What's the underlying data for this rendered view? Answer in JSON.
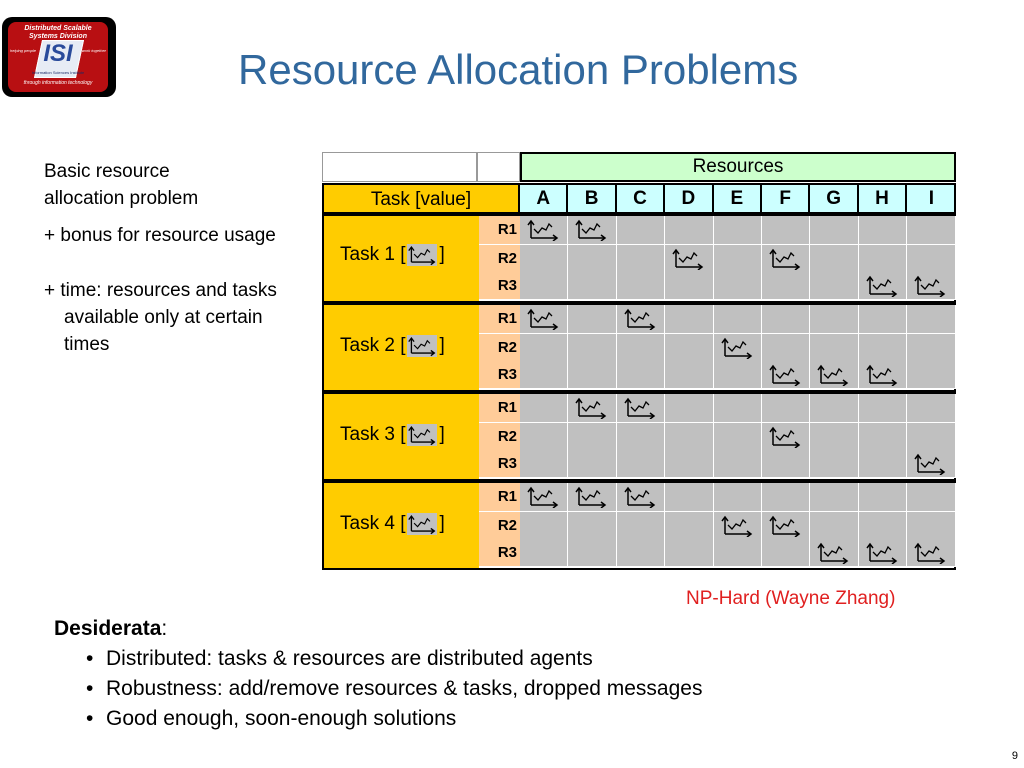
{
  "logo": {
    "top_text_1": "Distributed Scalable",
    "top_text_2": "Systems Division",
    "mark": "ISI",
    "sub_text": "Information Sciences Institute",
    "bottom_text": "through information technology",
    "left_text": "helping people",
    "right_text": "work together"
  },
  "title": "Resource Allocation Problems",
  "notes": {
    "basic": "Basic resource allocation problem",
    "bonus": "+ bonus for resource usage",
    "time": "+ time: resources and tasks available only at certain times"
  },
  "table": {
    "resources_header": "Resources",
    "task_header": "Task [value]",
    "columns": [
      "A",
      "B",
      "C",
      "D",
      "E",
      "F",
      "G",
      "H",
      "I"
    ],
    "tasks": [
      {
        "label_prefix": "Task 1 [",
        "label_suffix": "]",
        "rows": [
          {
            "label": "R1",
            "marks": [
              0,
              1
            ]
          },
          {
            "label": "R2",
            "marks": [
              3,
              5
            ]
          },
          {
            "label": "R3",
            "marks": [
              7,
              8
            ]
          }
        ]
      },
      {
        "label_prefix": "Task 2 [",
        "label_suffix": "]",
        "rows": [
          {
            "label": "R1",
            "marks": [
              0,
              2
            ]
          },
          {
            "label": "R2",
            "marks": [
              4
            ]
          },
          {
            "label": "R3",
            "marks": [
              5,
              6,
              7
            ]
          }
        ]
      },
      {
        "label_prefix": "Task 3 [",
        "label_suffix": "]",
        "rows": [
          {
            "label": "R1",
            "marks": [
              1,
              2
            ]
          },
          {
            "label": "R2",
            "marks": [
              5
            ]
          },
          {
            "label": "R3",
            "marks": [
              8
            ]
          }
        ]
      },
      {
        "label_prefix": "Task 4 [",
        "label_suffix": "]",
        "rows": [
          {
            "label": "R1",
            "marks": [
              0,
              1,
              2
            ]
          },
          {
            "label": "R2",
            "marks": [
              4,
              5
            ]
          },
          {
            "label": "R3",
            "marks": [
              6,
              7,
              8
            ]
          }
        ]
      }
    ]
  },
  "np_hard": "NP-Hard (Wayne Zhang)",
  "desiderata": {
    "heading": "Desiderata",
    "heading_suffix": ":",
    "items": [
      {
        "bold": "Distributed:",
        "text": " tasks & resources are distributed agents"
      },
      {
        "bold": "",
        "text": "Robustness: add/remove resources & tasks, dropped messages"
      },
      {
        "bold": "",
        "text": "Good enough, soon-enough solutions"
      }
    ]
  },
  "page_number": "9",
  "colors": {
    "title": "#31689d",
    "task": "#ffcc00",
    "row_label": "#ffcc99",
    "header": "#ccffff",
    "resources": "#ccffcc",
    "cell": "#c0c0c0",
    "np_hard": "#e02020"
  },
  "icons": {
    "utility_graph": "utility-curve-icon"
  }
}
